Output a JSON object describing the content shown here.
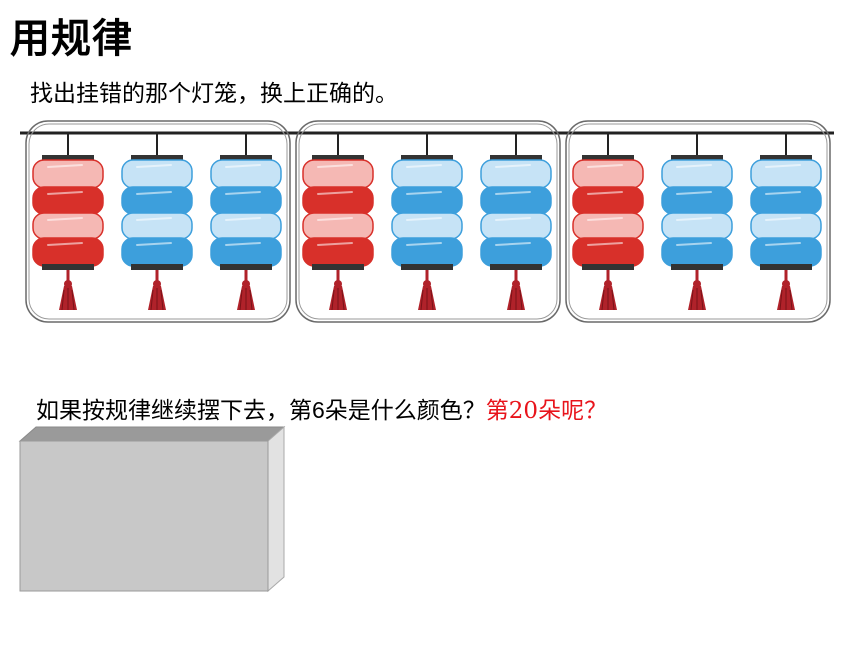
{
  "title": "用规律",
  "instruction": "找出挂错的那个灯笼，换上正确的。",
  "groups": [
    {
      "lanterns": [
        "red",
        "blue",
        "blue"
      ]
    },
    {
      "lanterns": [
        "red",
        "blue",
        "blue"
      ]
    },
    {
      "lanterns": [
        "red",
        "blue",
        "blue"
      ]
    }
  ],
  "colors": {
    "red_dark": "#d8302a",
    "red_light": "#f5b8b4",
    "blue_dark": "#3d9fdc",
    "blue_light": "#c6e3f6",
    "tassel": "#b0222a",
    "box_face": "#c8c8c8",
    "question_red": "#e8141b"
  },
  "question": {
    "text": "如果按规律继续摆下去，第",
    "number": "6",
    "text2": "朵是什么颜色？",
    "red_text": "第20朵呢？"
  }
}
